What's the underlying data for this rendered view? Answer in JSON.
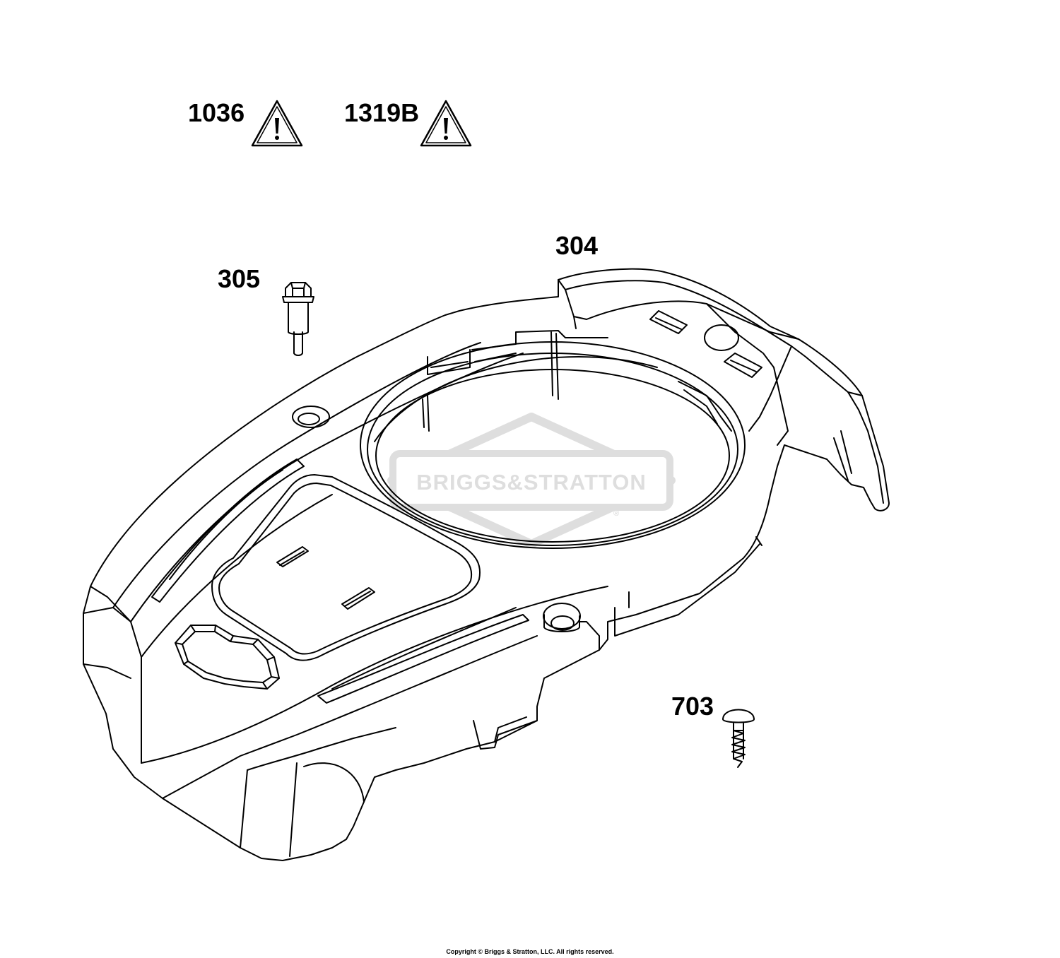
{
  "labels": {
    "decal_1036": "1036",
    "decal_1319b": "1319B",
    "blower_housing": "304",
    "bolt": "305",
    "screw": "703"
  },
  "watermark": {
    "brand": "BRIGGS&STRATTON",
    "registered": "®"
  },
  "icons": {
    "decal_1036": "warning-triangle-icon",
    "decal_1319b": "warning-triangle-icon"
  },
  "footer": {
    "copyright": "Copyright © Briggs & Stratton, LLC. All rights reserved."
  }
}
